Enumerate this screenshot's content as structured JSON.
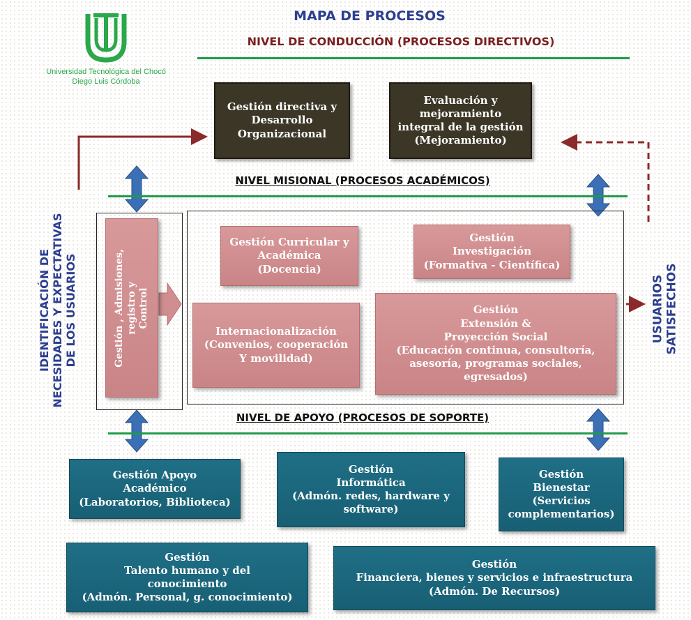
{
  "header": {
    "title": "MAPA DE PROCESOS",
    "level_conduccion": "NIVEL DE CONDUCCIÓN (PROCESOS DIRECTIVOS)",
    "level_misional": "NIVEL MISIONAL  (PROCESOS ACADÉMICOS)",
    "level_apoyo": "NIVEL DE APOYO (PROCESOS DE SOPORTE)"
  },
  "logo": {
    "line1": "Universidad Tecnológica del Chocó",
    "line2": "Diego Luis Córdoba",
    "color": "#2aa84a"
  },
  "directive": {
    "box1": "Gestión directiva y\nDesarrollo\nOrganizacional",
    "box2": "Evaluación y\nmejoramiento\nintegral de la gestión\n(Mejoramiento)"
  },
  "side": {
    "left": "IDENTIFICACIÓN DE\nNECESIDADES Y EXPECTATIVAS\nDE LOS USUARIOS",
    "right": "USUARIOS\nSATISFECHOS"
  },
  "misional": {
    "admisiones": "Gestión , Admisiones,\nregistro y\nControl",
    "curricular": "Gestión Curricular y\nAcadémica\n(Docencia)",
    "investigacion": "Gestión\nInvestigación\n(Formativa - Científica)",
    "internacionalizacion": "Internacionalización\n(Convenios, cooperación\nY movilidad)",
    "extension": "Gestión\nExtensión &\nProyección Social\n(Educación continua, consultoría,\nasesoría, programas sociales,\negresados)"
  },
  "apoyo": {
    "apoyo_academico": "Gestión Apoyo\nAcadémico\n(Laboratorios, Biblioteca)",
    "informatica": "Gestión\nInformática\n(Admón. redes, hardware y\nsoftware)",
    "bienestar": "Gestión\nBienestar\n(Servicios\ncomplementarios)",
    "talento": "Gestión\nTalento humano y del\nconocimiento\n(Admón. Personal, g. conocimiento)",
    "financiera": "Gestión\nFinanciera, bienes y servicios e infraestructura\n(Admón. De Recursos)"
  },
  "colors": {
    "title": "#2c3f8f",
    "level_text": "#7a1f1f",
    "dark_box": "#3b3626",
    "pink_box": "#d08e90",
    "teal_box": "#1f6f86",
    "green_line": "#1f9a4a",
    "arrow_blue": "#3b6fb6",
    "arrow_red": "#8b2a2a"
  }
}
